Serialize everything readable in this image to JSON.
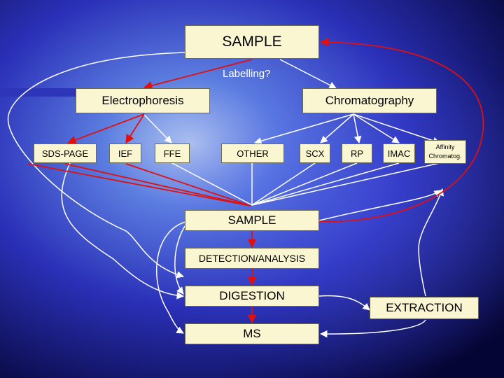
{
  "colors": {
    "box_fill": "#fbf6d2",
    "arrow_white": "#ffffff",
    "arrow_red": "#e01010",
    "background": "#1a1aa0"
  },
  "nodes": {
    "sample_top": "SAMPLE",
    "labelling": "Labelling?",
    "electrophoresis": "Electrophoresis",
    "chromatography": "Chromatography",
    "sds_page": "SDS-PAGE",
    "ief": "IEF",
    "ffe": "FFE",
    "other": "OTHER",
    "scx": "SCX",
    "rp": "RP",
    "imac": "IMAC",
    "affinity_line1": "Affinity",
    "affinity_line2": "Chromatog.",
    "sample_mid": "SAMPLE",
    "detection": "DETECTION/ANALYSIS",
    "digestion": "DIGESTION",
    "extraction": "EXTRACTION",
    "ms": "MS"
  }
}
